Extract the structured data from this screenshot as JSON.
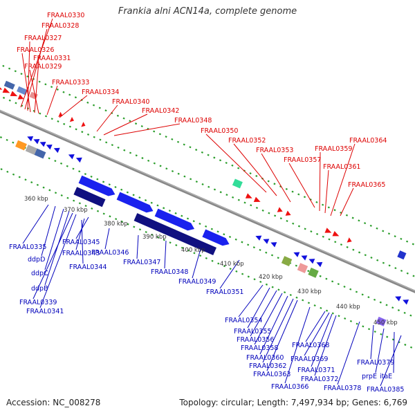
{
  "title": "Frankia alni ACN14a, complete genome",
  "footer": {
    "accession": "Accession: NC_008278",
    "stats": "Topology: circular; Length: 7,497,934 bp; Genes: 6,769"
  },
  "colors": {
    "forward_label": "#dd0000",
    "reverse_label": "#0000bb",
    "backbone": "#888888",
    "forward_arrow": "#ee1111",
    "reverse_arrow": "#1111dd",
    "dark_block": "#101080",
    "dotted_track": "#2a9d2a"
  },
  "ticks": [
    "360 kbp",
    "370 kbp",
    "380 kbp",
    "390 kbp",
    "400 kbp",
    "410 kbp",
    "420 kbp",
    "430 kbp",
    "440 kbp",
    "450 kbp"
  ],
  "top_labels": [
    "FRAAL0330",
    "FRAAL0328",
    "FRAAL0327",
    "FRAAL0326",
    "FRAAL0331",
    "FRAAL0329",
    "FRAAL0333",
    "FRAAL0334",
    "FRAAL0340",
    "FRAAL0342",
    "FRAAL0348",
    "FRAAL0350",
    "FRAAL0352",
    "FRAAL0353",
    "FRAAL0357",
    "FRAAL0359",
    "FRAAL0361",
    "FRAAL0364",
    "FRAAL0365"
  ],
  "bottom_labels": [
    "FRAAL0335",
    "ddpD",
    "ddpC",
    "ddpB",
    "FRAAL0339",
    "FRAAL0341",
    "FRAAL0345",
    "FRAAL0343",
    "FRAAL0344",
    "FRAAL0346",
    "FRAAL0347",
    "FRAAL0348",
    "FRAAL0349",
    "FRAAL0351",
    "FRAAL0354",
    "FRAAL0355",
    "FRAAL0356",
    "FRAAL0358",
    "FRAAL0360",
    "FRAAL0362",
    "FRAAL0363",
    "FRAAL0366",
    "FRAAL0368",
    "FRAAL0369",
    "FRAAL0371",
    "FRAAL0372",
    "FRAAL0378",
    "FRAAL0379",
    "prpE",
    "itaE",
    "FRAAL0385"
  ]
}
